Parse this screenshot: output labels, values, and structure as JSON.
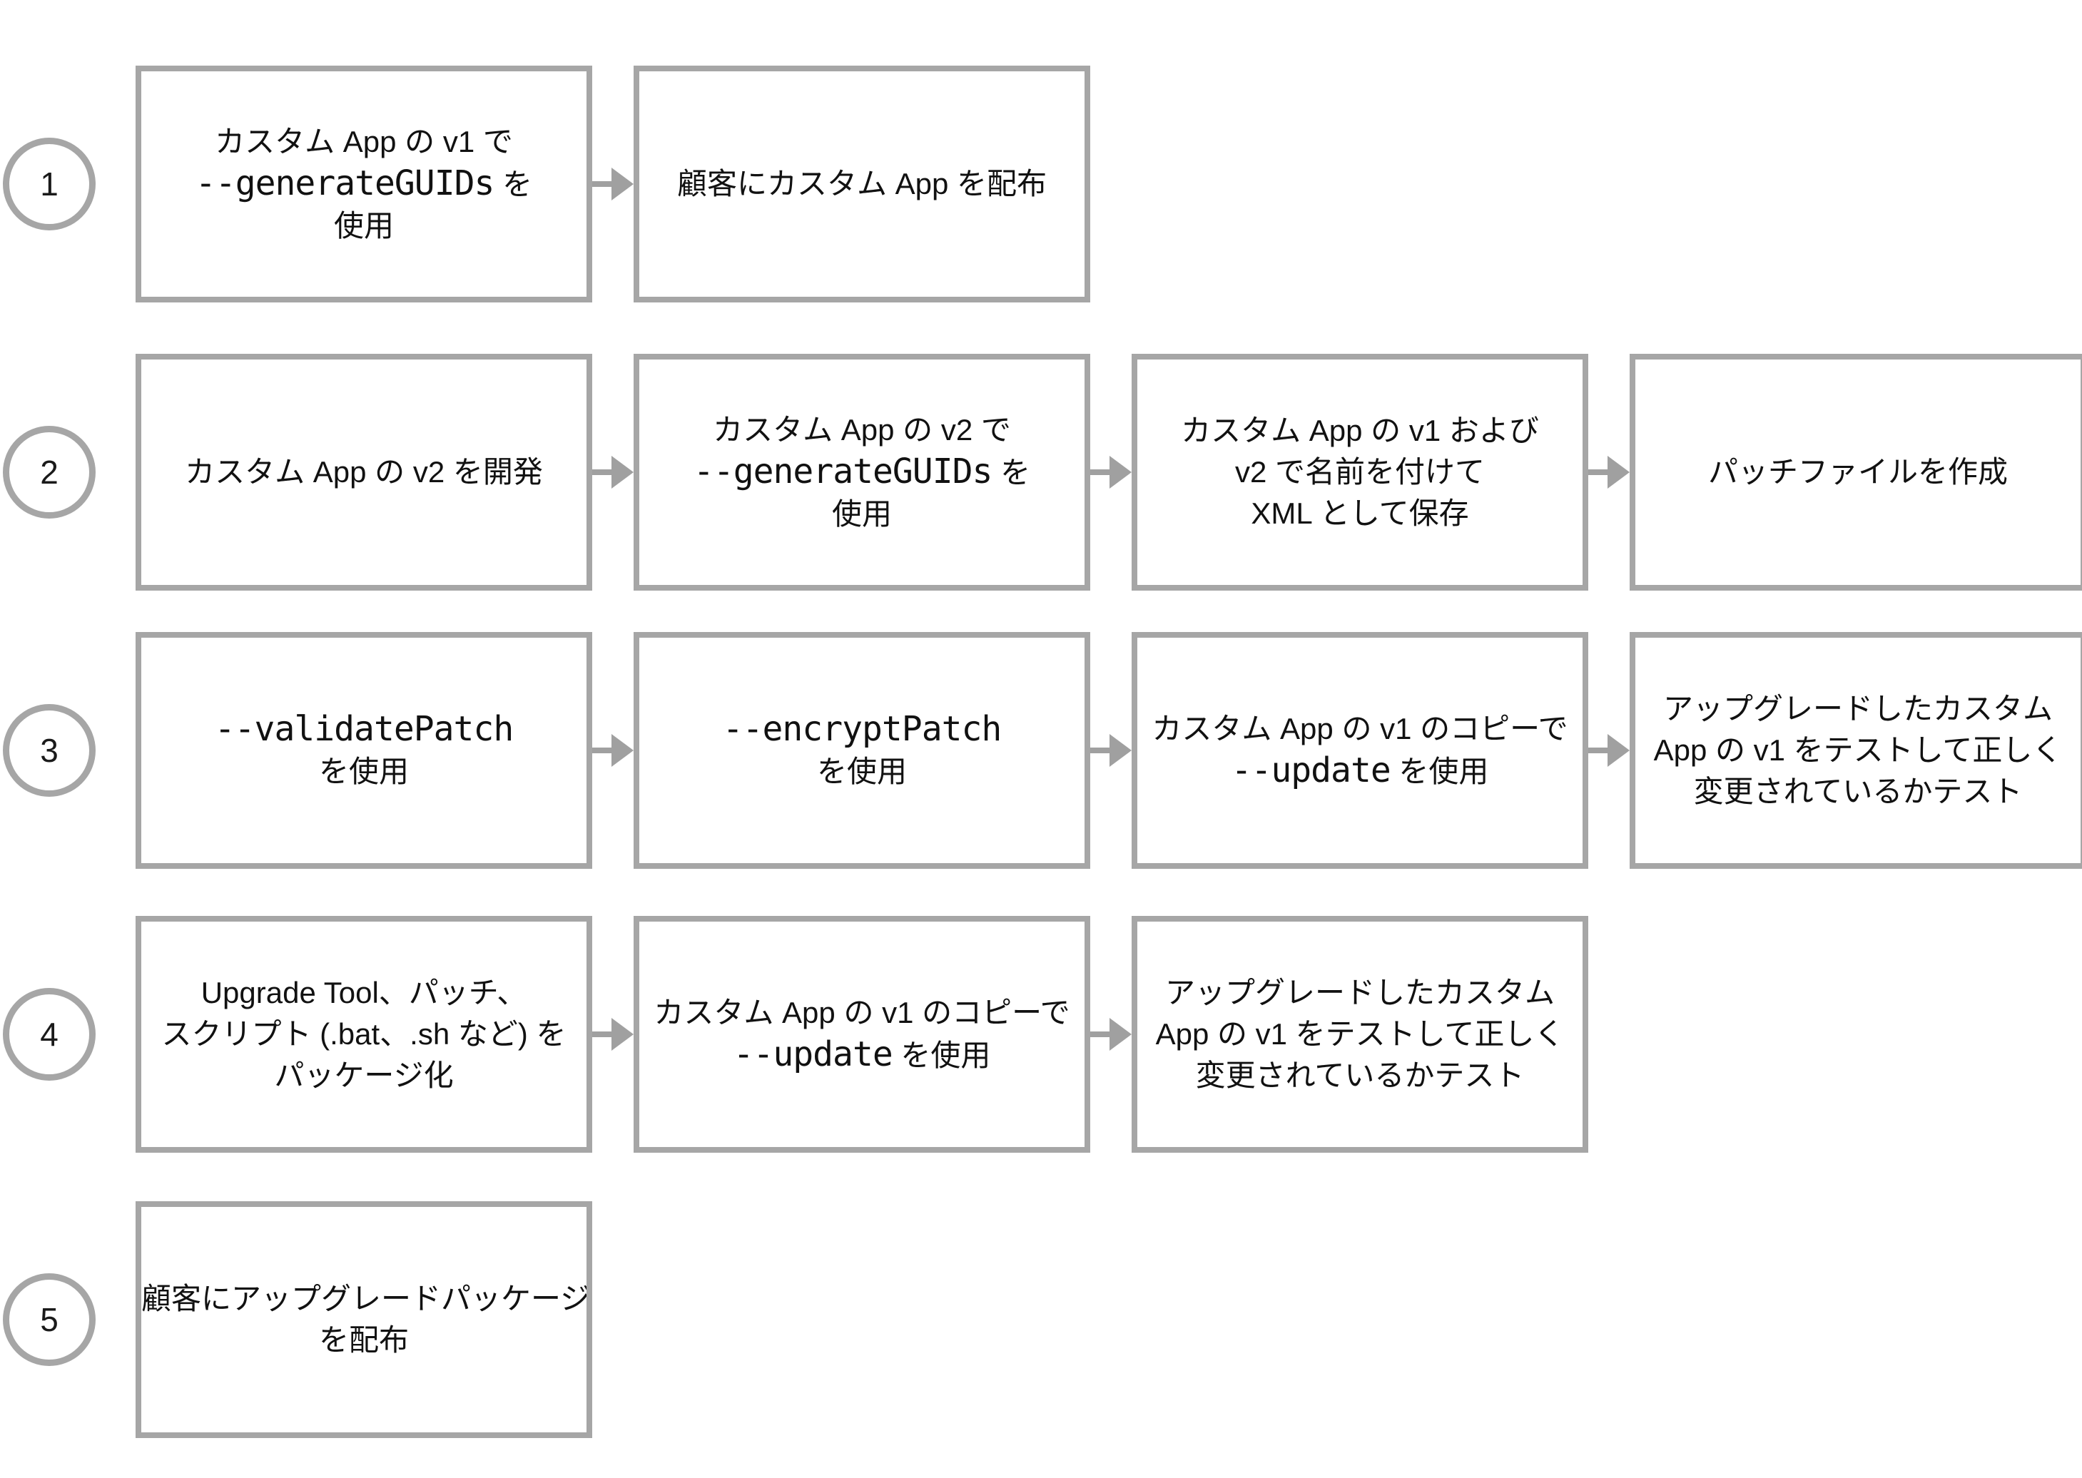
{
  "page": {
    "background": "#ffffff"
  },
  "colors": {
    "box_border": "#a6a6a6",
    "circle_border": "#a6a6a6",
    "arrow": "#a0a0a0",
    "text": "#111111"
  },
  "flow": {
    "rows": [
      {
        "step": "1",
        "boxes": [
          {
            "lines": [
              [
                {
                  "t": "カスタム App の v1 で"
                }
              ],
              [
                {
                  "t": "--generateGUIDs",
                  "mono": true
                },
                {
                  "t": " を"
                }
              ],
              [
                {
                  "t": "使用"
                }
              ]
            ]
          },
          {
            "lines": [
              [
                {
                  "t": "顧客にカスタム App を配布"
                }
              ]
            ]
          }
        ]
      },
      {
        "step": "2",
        "boxes": [
          {
            "lines": [
              [
                {
                  "t": "カスタム App の v2 を開発"
                }
              ]
            ]
          },
          {
            "lines": [
              [
                {
                  "t": "カスタム App の v2 で"
                }
              ],
              [
                {
                  "t": "--generateGUIDs",
                  "mono": true
                },
                {
                  "t": " を"
                }
              ],
              [
                {
                  "t": "使用"
                }
              ]
            ]
          },
          {
            "lines": [
              [
                {
                  "t": "カスタム App の v1 および"
                }
              ],
              [
                {
                  "t": "v2 で名前を付けて"
                }
              ],
              [
                {
                  "t": "XML として保存"
                }
              ]
            ]
          },
          {
            "lines": [
              [
                {
                  "t": "パッチファイルを作成"
                }
              ]
            ]
          }
        ]
      },
      {
        "step": "3",
        "boxes": [
          {
            "lines": [
              [
                {
                  "t": "--validatePatch",
                  "mono": true
                }
              ],
              [
                {
                  "t": "を使用"
                }
              ]
            ]
          },
          {
            "lines": [
              [
                {
                  "t": "--encryptPatch",
                  "mono": true
                }
              ],
              [
                {
                  "t": "を使用"
                }
              ]
            ]
          },
          {
            "lines": [
              [
                {
                  "t": "カスタム App の v1 のコピーで"
                }
              ],
              [
                {
                  "t": "--update",
                  "mono": true
                },
                {
                  "t": " を使用"
                }
              ]
            ]
          },
          {
            "lines": [
              [
                {
                  "t": "アップグレードしたカスタム"
                }
              ],
              [
                {
                  "t": "App の v1 をテストして正しく"
                }
              ],
              [
                {
                  "t": "変更されているかテスト"
                }
              ]
            ]
          }
        ]
      },
      {
        "step": "4",
        "boxes": [
          {
            "lines": [
              [
                {
                  "t": "Upgrade Tool、パッチ、"
                }
              ],
              [
                {
                  "t": "スクリプト (.bat、.sh など) を"
                }
              ],
              [
                {
                  "t": "パッケージ化"
                }
              ]
            ]
          },
          {
            "lines": [
              [
                {
                  "t": "カスタム App の v1 のコピーで"
                }
              ],
              [
                {
                  "t": "--update",
                  "mono": true
                },
                {
                  "t": " を使用"
                }
              ]
            ]
          },
          {
            "lines": [
              [
                {
                  "t": "アップグレードしたカスタム"
                }
              ],
              [
                {
                  "t": "App の v1 をテストして正しく"
                }
              ],
              [
                {
                  "t": "変更されているかテスト"
                }
              ]
            ]
          }
        ]
      },
      {
        "step": "5",
        "boxes": [
          {
            "lines": [
              [
                {
                  "t": "顧客にアップグレードパッケージ"
                }
              ],
              [
                {
                  "t": "を配布"
                }
              ]
            ]
          }
        ]
      }
    ]
  }
}
